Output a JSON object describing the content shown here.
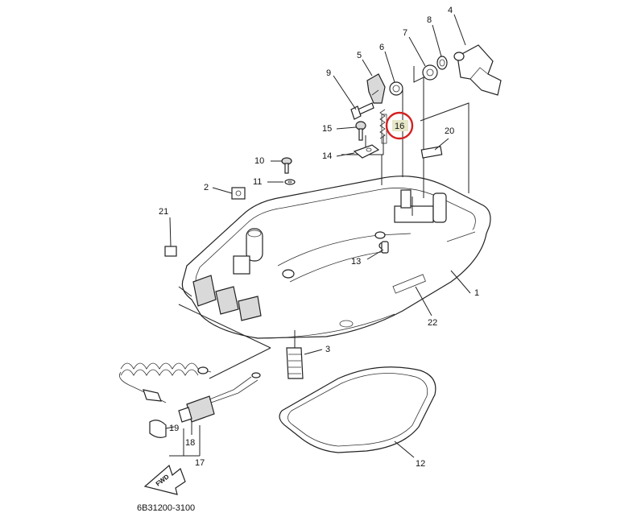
{
  "diagram": {
    "drawing_code": "6B31200-3100",
    "fwd_label": "FWD",
    "callouts": [
      {
        "id": "c1",
        "label": "1"
      },
      {
        "id": "c2",
        "label": "2"
      },
      {
        "id": "c3",
        "label": "3"
      },
      {
        "id": "c4",
        "label": "4"
      },
      {
        "id": "c5",
        "label": "5"
      },
      {
        "id": "c6",
        "label": "6"
      },
      {
        "id": "c7",
        "label": "7"
      },
      {
        "id": "c8",
        "label": "8"
      },
      {
        "id": "c9",
        "label": "9"
      },
      {
        "id": "c10",
        "label": "10"
      },
      {
        "id": "c11",
        "label": "11"
      },
      {
        "id": "c12",
        "label": "12"
      },
      {
        "id": "c13",
        "label": "13"
      },
      {
        "id": "c14",
        "label": "14"
      },
      {
        "id": "c15",
        "label": "15"
      },
      {
        "id": "c16",
        "label": "16"
      },
      {
        "id": "c17",
        "label": "17"
      },
      {
        "id": "c18",
        "label": "18"
      },
      {
        "id": "c19",
        "label": "19"
      },
      {
        "id": "c20",
        "label": "20"
      },
      {
        "id": "c21",
        "label": "21"
      },
      {
        "id": "c22",
        "label": "22"
      }
    ],
    "highlighted_callout": "16",
    "colors": {
      "line": "#222222",
      "highlight": "#d42020",
      "label_box": "#e6e6c8"
    }
  }
}
